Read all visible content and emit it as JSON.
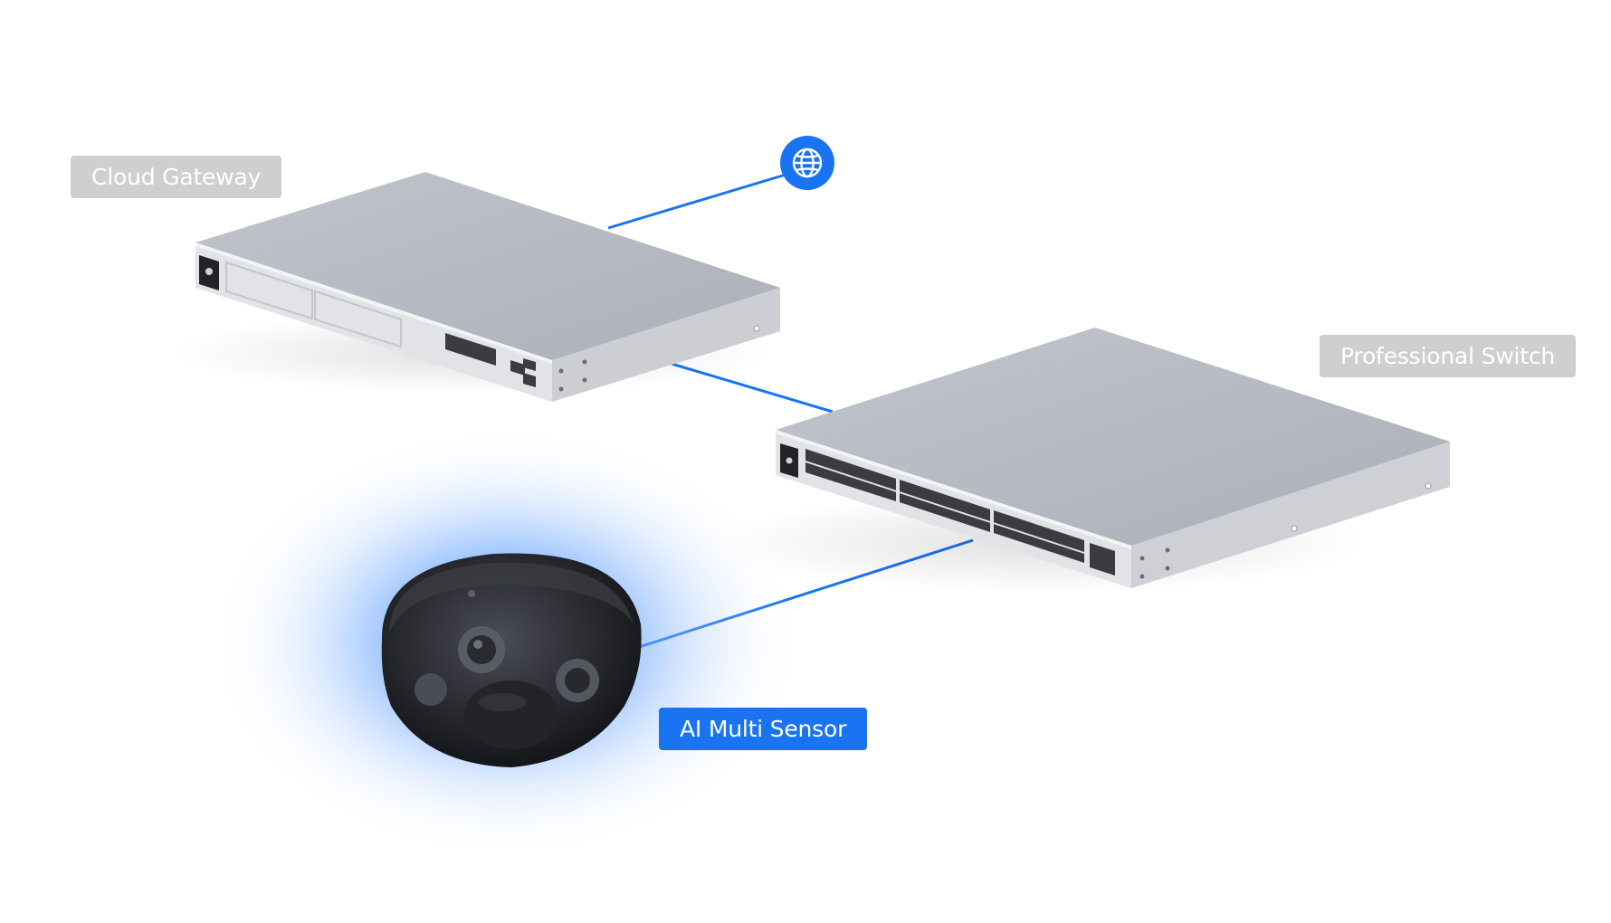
{
  "labels": {
    "cloud_gateway": "Cloud Gateway",
    "professional_switch": "Professional Switch",
    "ai_multi_sensor": "AI Multi Sensor"
  },
  "icons": {
    "internet": "globe-icon"
  },
  "colors": {
    "accent": "#1a73f0",
    "label_gray": "#cfcfd1",
    "device_top": "#b9bbc3",
    "device_front": "#e1e2e6",
    "camera": "#1c1d21"
  }
}
